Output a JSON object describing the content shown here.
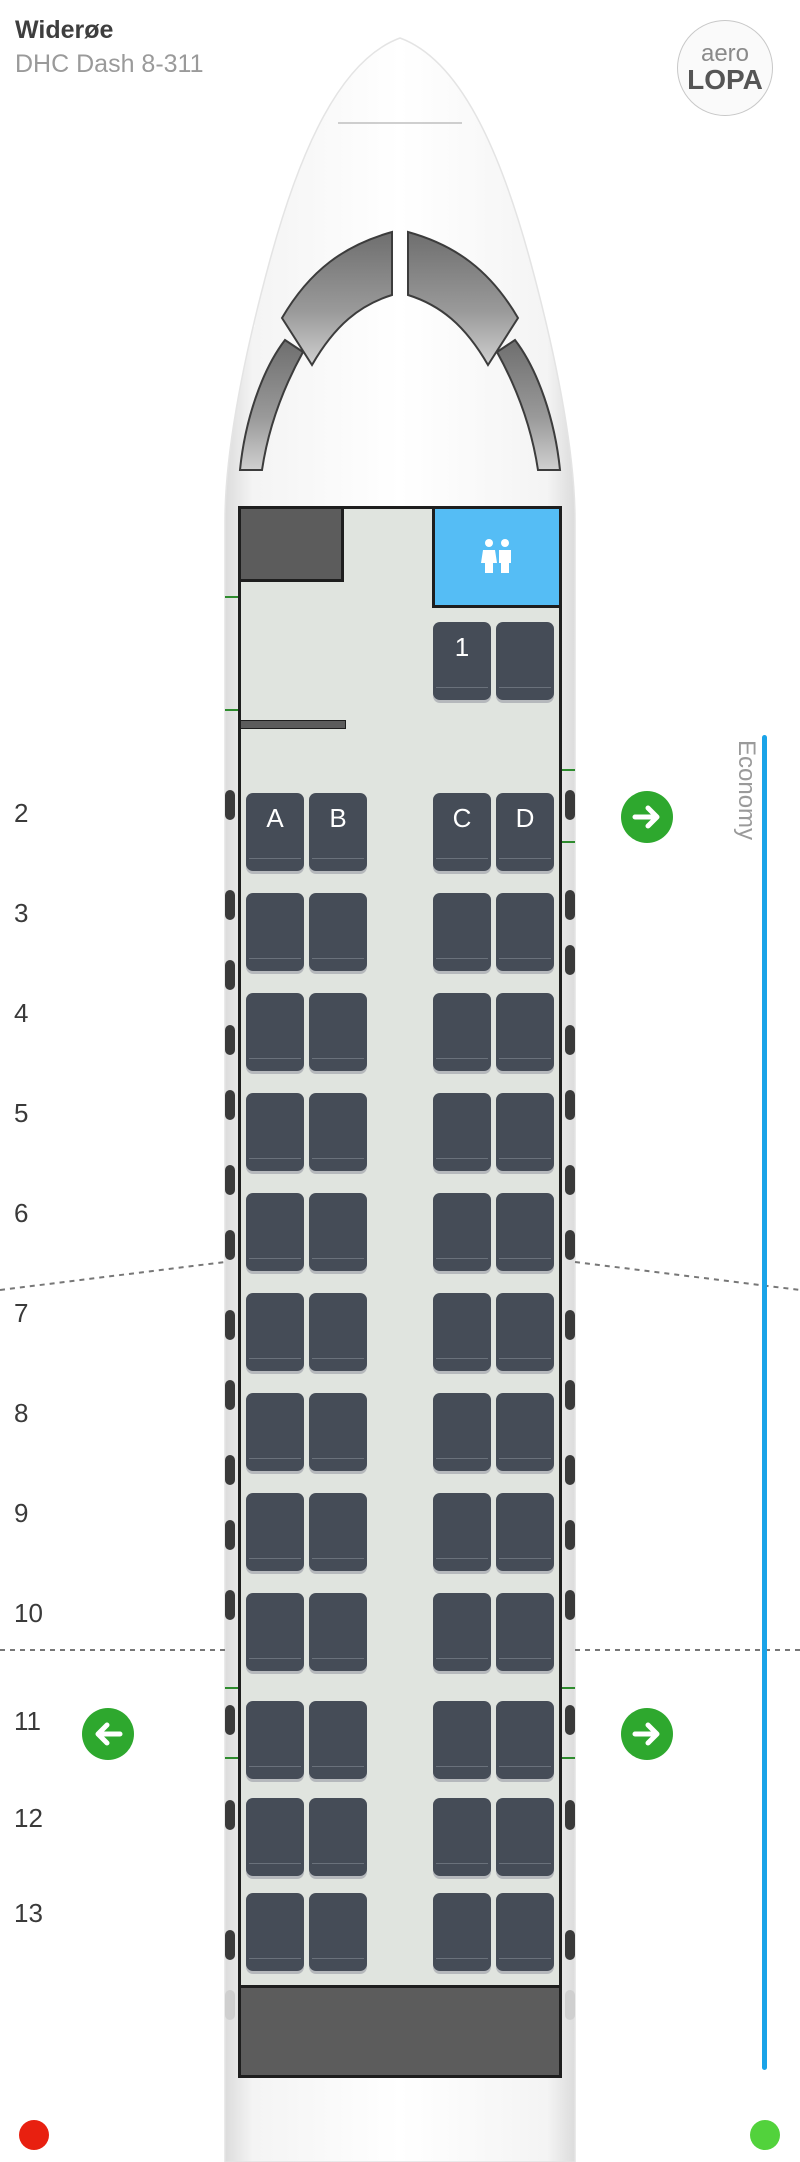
{
  "header": {
    "airline": "Widerøe",
    "aircraft": "DHC Dash 8-311"
  },
  "logo": {
    "line1": "aero",
    "line2": "LOPA"
  },
  "cabin": {
    "class_label": "Economy",
    "class_color": "#1aa3e8",
    "lavatory_icon": "lavatory-icon",
    "seat_color": "#454c57",
    "exit_color": "#2ea82e",
    "front_row": {
      "number": "1",
      "seats": [
        "",
        ""
      ]
    },
    "column_letters": [
      "A",
      "B",
      "C",
      "D"
    ],
    "rows": [
      "2",
      "3",
      "4",
      "5",
      "6",
      "7",
      "8",
      "9",
      "10",
      "11",
      "12",
      "13"
    ]
  },
  "legend": {
    "left_dot_color": "#e82010",
    "right_dot_color": "#52d23c"
  }
}
